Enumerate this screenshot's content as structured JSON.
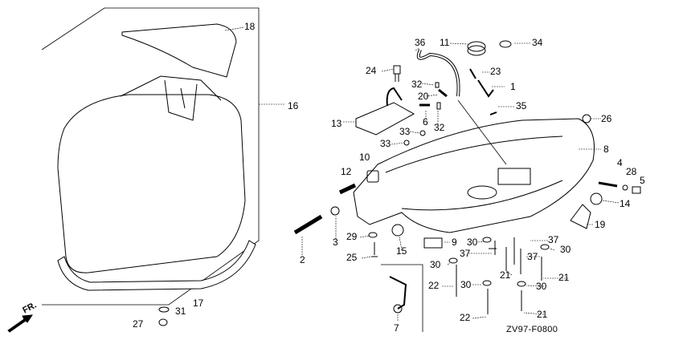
{
  "diagram_code": "ZV97-F0800",
  "direction_label": "FR.",
  "callouts": [
    "18",
    "16",
    "17",
    "31",
    "27",
    "36",
    "11",
    "34",
    "24",
    "23",
    "32",
    "1",
    "20",
    "35",
    "26",
    "6",
    "32",
    "13",
    "33",
    "33",
    "8",
    "10",
    "12",
    "4",
    "28",
    "5",
    "14",
    "19",
    "3",
    "29",
    "9",
    "37",
    "30",
    "15",
    "2",
    "25",
    "30",
    "37",
    "37",
    "30",
    "21",
    "21",
    "30",
    "30",
    "22",
    "7",
    "22",
    "21"
  ],
  "colors": {
    "line": "#000000",
    "background": "#ffffff"
  }
}
